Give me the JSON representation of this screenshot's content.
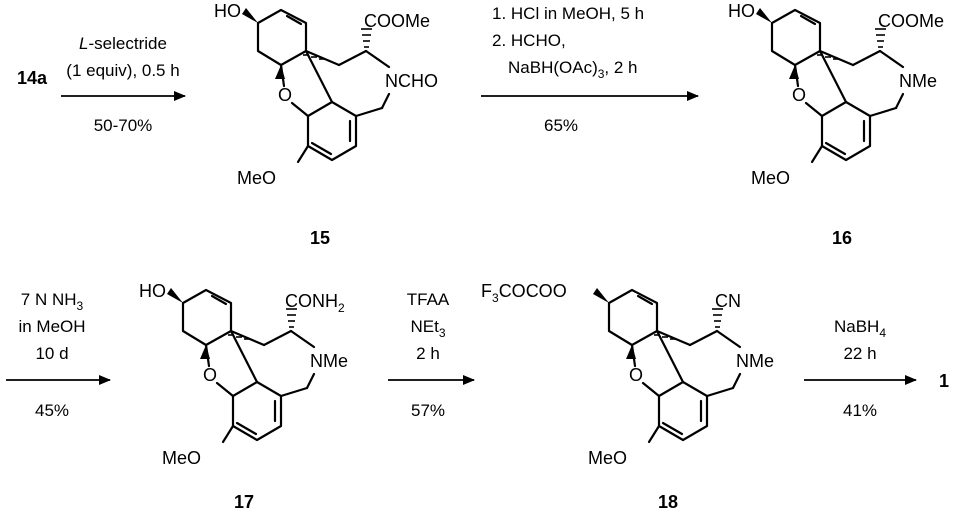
{
  "scheme": {
    "start_compound": "14a",
    "final_product": "1",
    "compounds": [
      {
        "label": "15",
        "groups": {
          "oh": "HO",
          "ester": "COOMe",
          "amine": "NCHO",
          "ether": "O",
          "methoxy": "MeO"
        }
      },
      {
        "label": "16",
        "groups": {
          "oh": "HO",
          "ester": "COOMe",
          "amine": "NMe",
          "ether": "O",
          "methoxy": "MeO"
        }
      },
      {
        "label": "17",
        "groups": {
          "oh": "HO",
          "amide_main": "CONH",
          "amide_sub": "2",
          "amine": "NMe",
          "ether": "O",
          "methoxy": "MeO"
        }
      },
      {
        "label": "18",
        "groups": {
          "ester_f": "F",
          "ester_f_sub": "3",
          "ester_rest": "COCO",
          "nitrile": "CN",
          "amine": "NMe",
          "ether": "O",
          "methoxy": "MeO"
        }
      }
    ],
    "steps": [
      {
        "reagents": [
          {
            "parts": [
              {
                "t": "L",
                "italic": true
              },
              {
                "t": "-selectride"
              }
            ]
          },
          {
            "parts": [
              {
                "t": "(1 equiv), 0.5 h"
              }
            ]
          }
        ],
        "yield": "50-70%"
      },
      {
        "reagents": [
          {
            "parts": [
              {
                "t": "1. HCl in MeOH, 5 h"
              }
            ]
          },
          {
            "parts": [
              {
                "t": "2. HCHO,"
              }
            ]
          },
          {
            "parts": [
              {
                "t": "NaBH(OAc)"
              },
              {
                "t": "3",
                "sub": true
              },
              {
                "t": ", 2 h"
              }
            ]
          }
        ],
        "yield": "65%"
      },
      {
        "reagents": [
          {
            "parts": [
              {
                "t": "7 N NH"
              },
              {
                "t": "3",
                "sub": true
              }
            ]
          },
          {
            "parts": [
              {
                "t": "in MeOH"
              }
            ]
          },
          {
            "parts": [
              {
                "t": "10 d"
              }
            ]
          }
        ],
        "yield": "45%"
      },
      {
        "reagents": [
          {
            "parts": [
              {
                "t": "TFAA"
              }
            ]
          },
          {
            "parts": [
              {
                "t": "NEt"
              },
              {
                "t": "3",
                "sub": true
              }
            ]
          },
          {
            "parts": [
              {
                "t": "2 h"
              }
            ]
          }
        ],
        "yield": "57%"
      },
      {
        "reagents": [
          {
            "parts": [
              {
                "t": "NaBH"
              },
              {
                "t": "4",
                "sub": true
              }
            ]
          },
          {
            "parts": [
              {
                "t": "22 h"
              }
            ]
          }
        ],
        "yield": "41%"
      }
    ]
  }
}
